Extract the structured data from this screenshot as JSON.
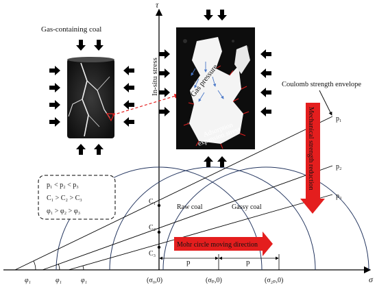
{
  "colors": {
    "axis": "#000000",
    "circle": "#22345e",
    "accent_red": "#e41e1e",
    "background": "#ffffff",
    "specimen": "#1a1a1a"
  },
  "axes": {
    "x_label": "σ",
    "y_label": "τ"
  },
  "labels": {
    "gas_containing_coal": "Gas-containing coal",
    "in_situ_stress": "In-situ stress",
    "gas_pressure": "Gas pressure",
    "adsorption_expansion_stress_1": "Adsorption",
    "adsorption_expansion_stress_2": "expansion stress",
    "coulomb_envelope": "Coulomb strength envelope",
    "mechanical_strength_reduction": "Mechanical strength reduction",
    "raw_coal": "Raw coal",
    "gassy_coal": "Gassy coal",
    "mohr_direction": "Mohr circle moving direction",
    "p_interval_1": "p",
    "p_interval_2": "p"
  },
  "envelopes": [
    {
      "label": "p₁",
      "phi": "φ₁",
      "c": "C₁"
    },
    {
      "label": "p₂",
      "phi": "φ₁",
      "c": "C₂"
    },
    {
      "label": "p₃",
      "phi": "φ₁",
      "c": "C₃"
    }
  ],
  "x_ticks": [
    "(σ₀,0)",
    "(σₚ,0)",
    "(σ₂ₚ,0)"
  ],
  "legend": {
    "row1": "p₁ < p₂ < p₃",
    "row2": "C₁ > C₂ > C₃",
    "row3": "φ₁ > φ₂ > φ₃"
  }
}
